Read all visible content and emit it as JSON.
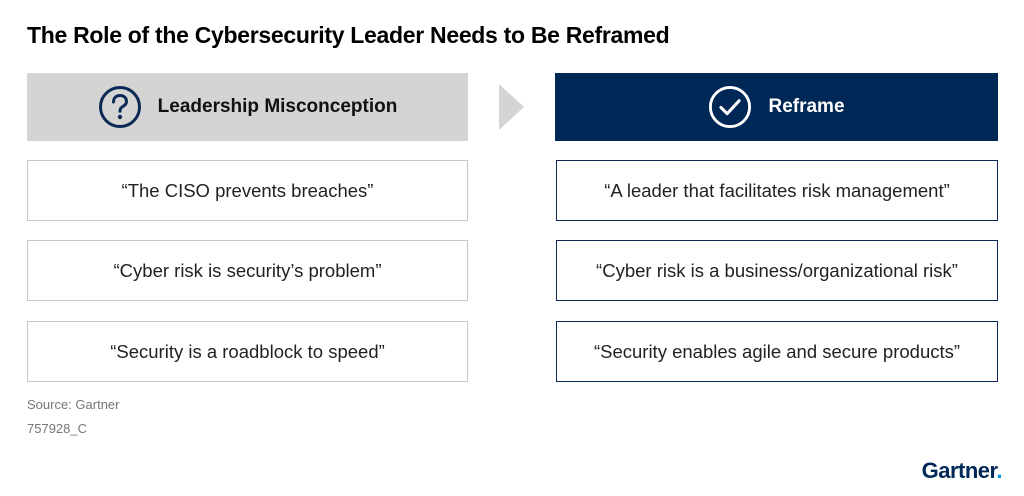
{
  "title": "The Role of the Cybersecurity Leader Needs to Be Reframed",
  "colors": {
    "left_header_bg": "#d4d4d4",
    "right_header_bg": "#002856",
    "right_border": "#0b2a55",
    "left_border": "#c8c8c8",
    "arrow": "#d4d4d4"
  },
  "left_column": {
    "header": "Leadership Misconception",
    "icon": "question-circle-icon",
    "items": [
      "“The CISO prevents breaches”",
      "“Cyber risk is security’s problem”",
      "“Security is a roadblock to speed”"
    ]
  },
  "right_column": {
    "header": "Reframe",
    "icon": "check-circle-icon",
    "items": [
      "“A leader that facilitates risk management”",
      "“Cyber risk is a business/organizational risk”",
      "“Security enables agile and secure products”"
    ]
  },
  "footer": {
    "source": "Source: Gartner",
    "code": "757928_C",
    "logo": "Gartner"
  }
}
